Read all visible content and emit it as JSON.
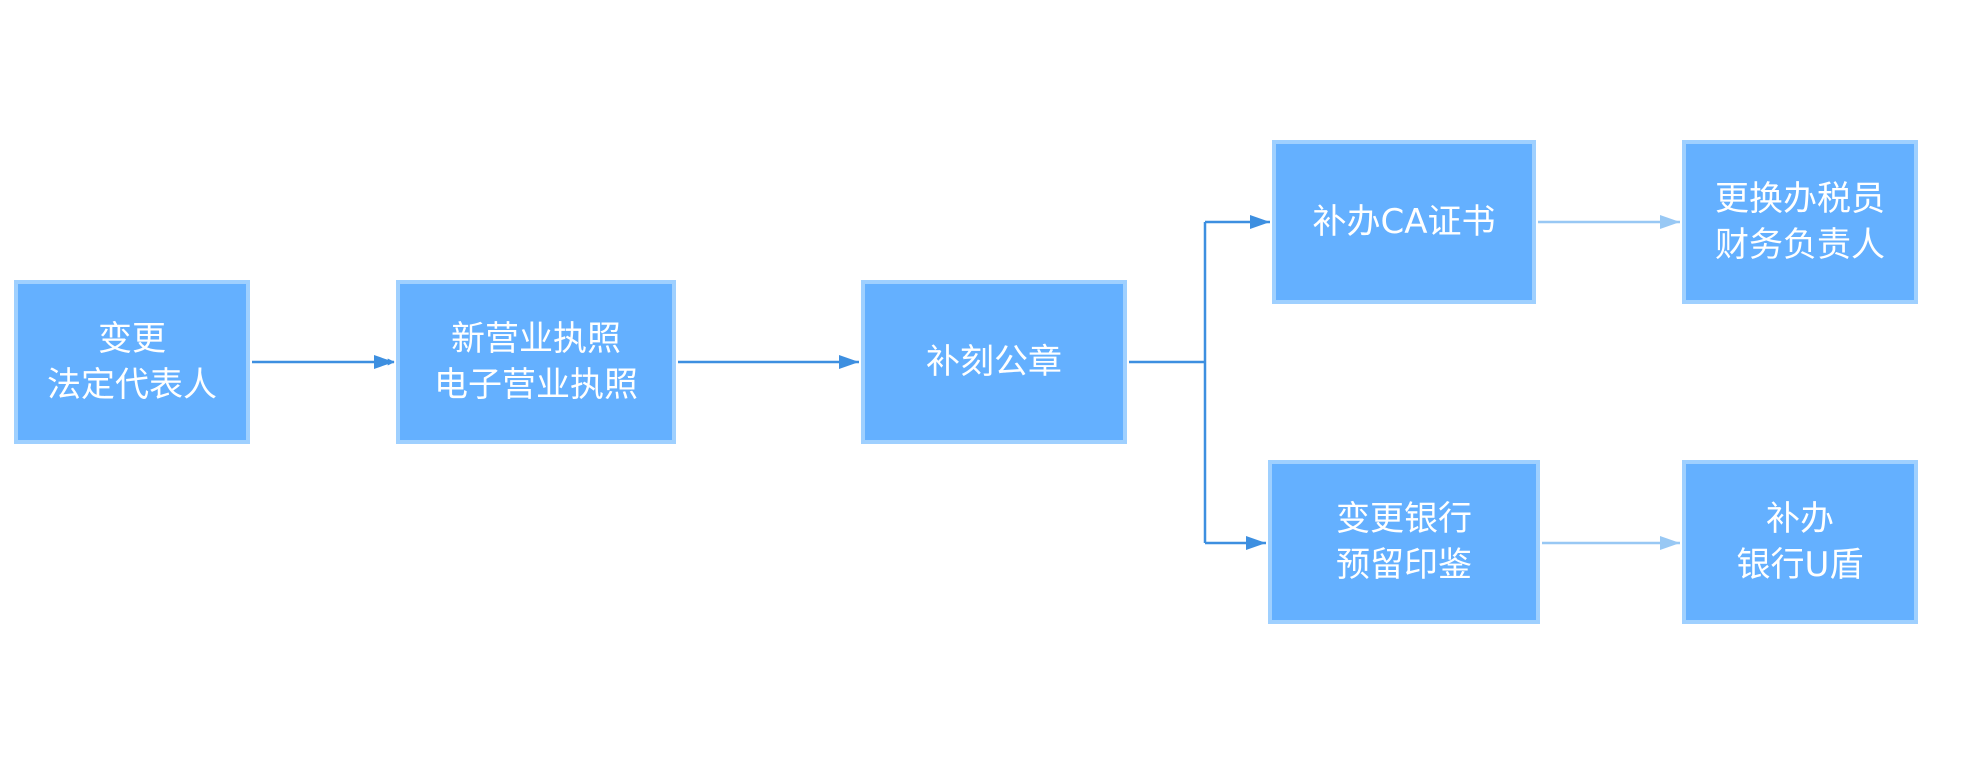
{
  "colors": {
    "node_fill": "#64b0ff",
    "node_border": "#9fd0ff",
    "node_text": "#ffffff",
    "edge_main": "#3d8fe0",
    "edge_light": "#98c8f4"
  },
  "nodes": {
    "change_legal_rep": {
      "lines": [
        "变更",
        "法定代表人"
      ]
    },
    "new_business_license": {
      "lines": [
        "新营业执照",
        "电子营业执照"
      ]
    },
    "recarve_seal": {
      "lines": [
        "补刻公章"
      ]
    },
    "reissue_ca_cert": {
      "lines": [
        "补办CA证书"
      ]
    },
    "change_tax_staff": {
      "lines": [
        "更换办税员",
        "财务负责人"
      ]
    },
    "change_bank_seal": {
      "lines": [
        "变更银行",
        "预留印鉴"
      ]
    },
    "reissue_bank_ukey": {
      "lines": [
        "补办",
        "银行U盾"
      ]
    }
  }
}
